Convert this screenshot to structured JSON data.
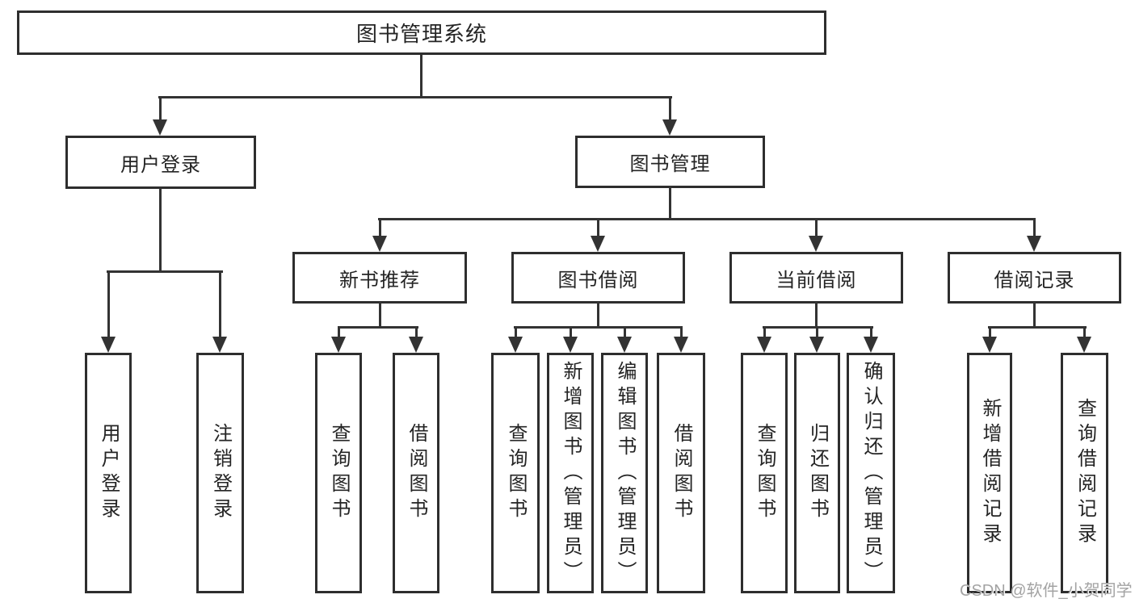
{
  "diagram": {
    "root": {
      "label": "图书管理系统"
    },
    "level2": [
      {
        "label": "用户登录"
      },
      {
        "label": "图书管理"
      }
    ],
    "level3": [
      {
        "label": "新书推荐"
      },
      {
        "label": "图书借阅"
      },
      {
        "label": "当前借阅"
      },
      {
        "label": "借阅记录"
      }
    ],
    "leaves": [
      {
        "label": "用户登录"
      },
      {
        "label": "注销登录"
      },
      {
        "label": "查询图书"
      },
      {
        "label": "借阅图书"
      },
      {
        "label": "查询图书"
      },
      {
        "label": "新增图书（管理员）"
      },
      {
        "label": "编辑图书（管理员）"
      },
      {
        "label": "借阅图书"
      },
      {
        "label": "查询图书"
      },
      {
        "label": "归还图书"
      },
      {
        "label": "确认归还（管理员）"
      },
      {
        "label": "新增借阅记录"
      },
      {
        "label": "查询借阅记录"
      }
    ]
  },
  "watermark": {
    "text": "CSDN @软件_小贺同学"
  },
  "colors": {
    "line": "#333333",
    "border": "#2e2e2e",
    "text": "#242424",
    "background": "#ffffff",
    "watermark": "#a3a3a3"
  }
}
